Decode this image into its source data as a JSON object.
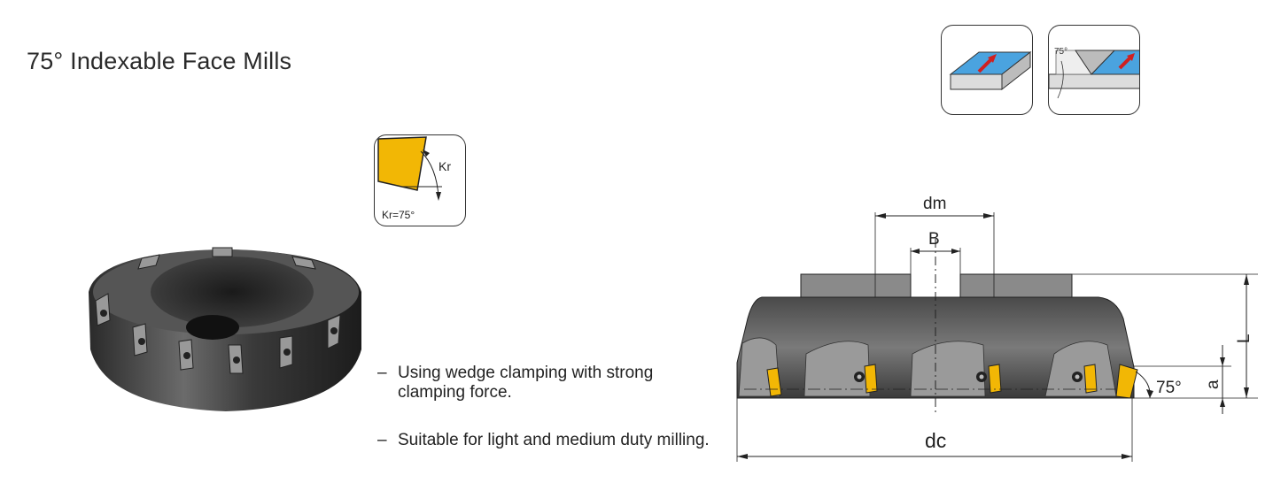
{
  "page": {
    "title": "75° Indexable Face Mills"
  },
  "icons": [
    {
      "name": "face-milling-icon"
    },
    {
      "name": "shoulder-milling-75-icon",
      "label": "75°"
    }
  ],
  "kr_diagram": {
    "angle_label": "Kr",
    "value_label": "Kr=75°",
    "insert_color": "#F2B705"
  },
  "features": [
    {
      "dash": "–",
      "text": "Using wedge clamping with strong clamping force."
    },
    {
      "dash": "–",
      "text": "Suitable for light and medium duty milling."
    }
  ],
  "drawing": {
    "dim_dm": "dm",
    "dim_B": "B",
    "dim_L": "L",
    "dim_a": "a",
    "dim_angle": "75°",
    "dim_dc": "dc"
  }
}
